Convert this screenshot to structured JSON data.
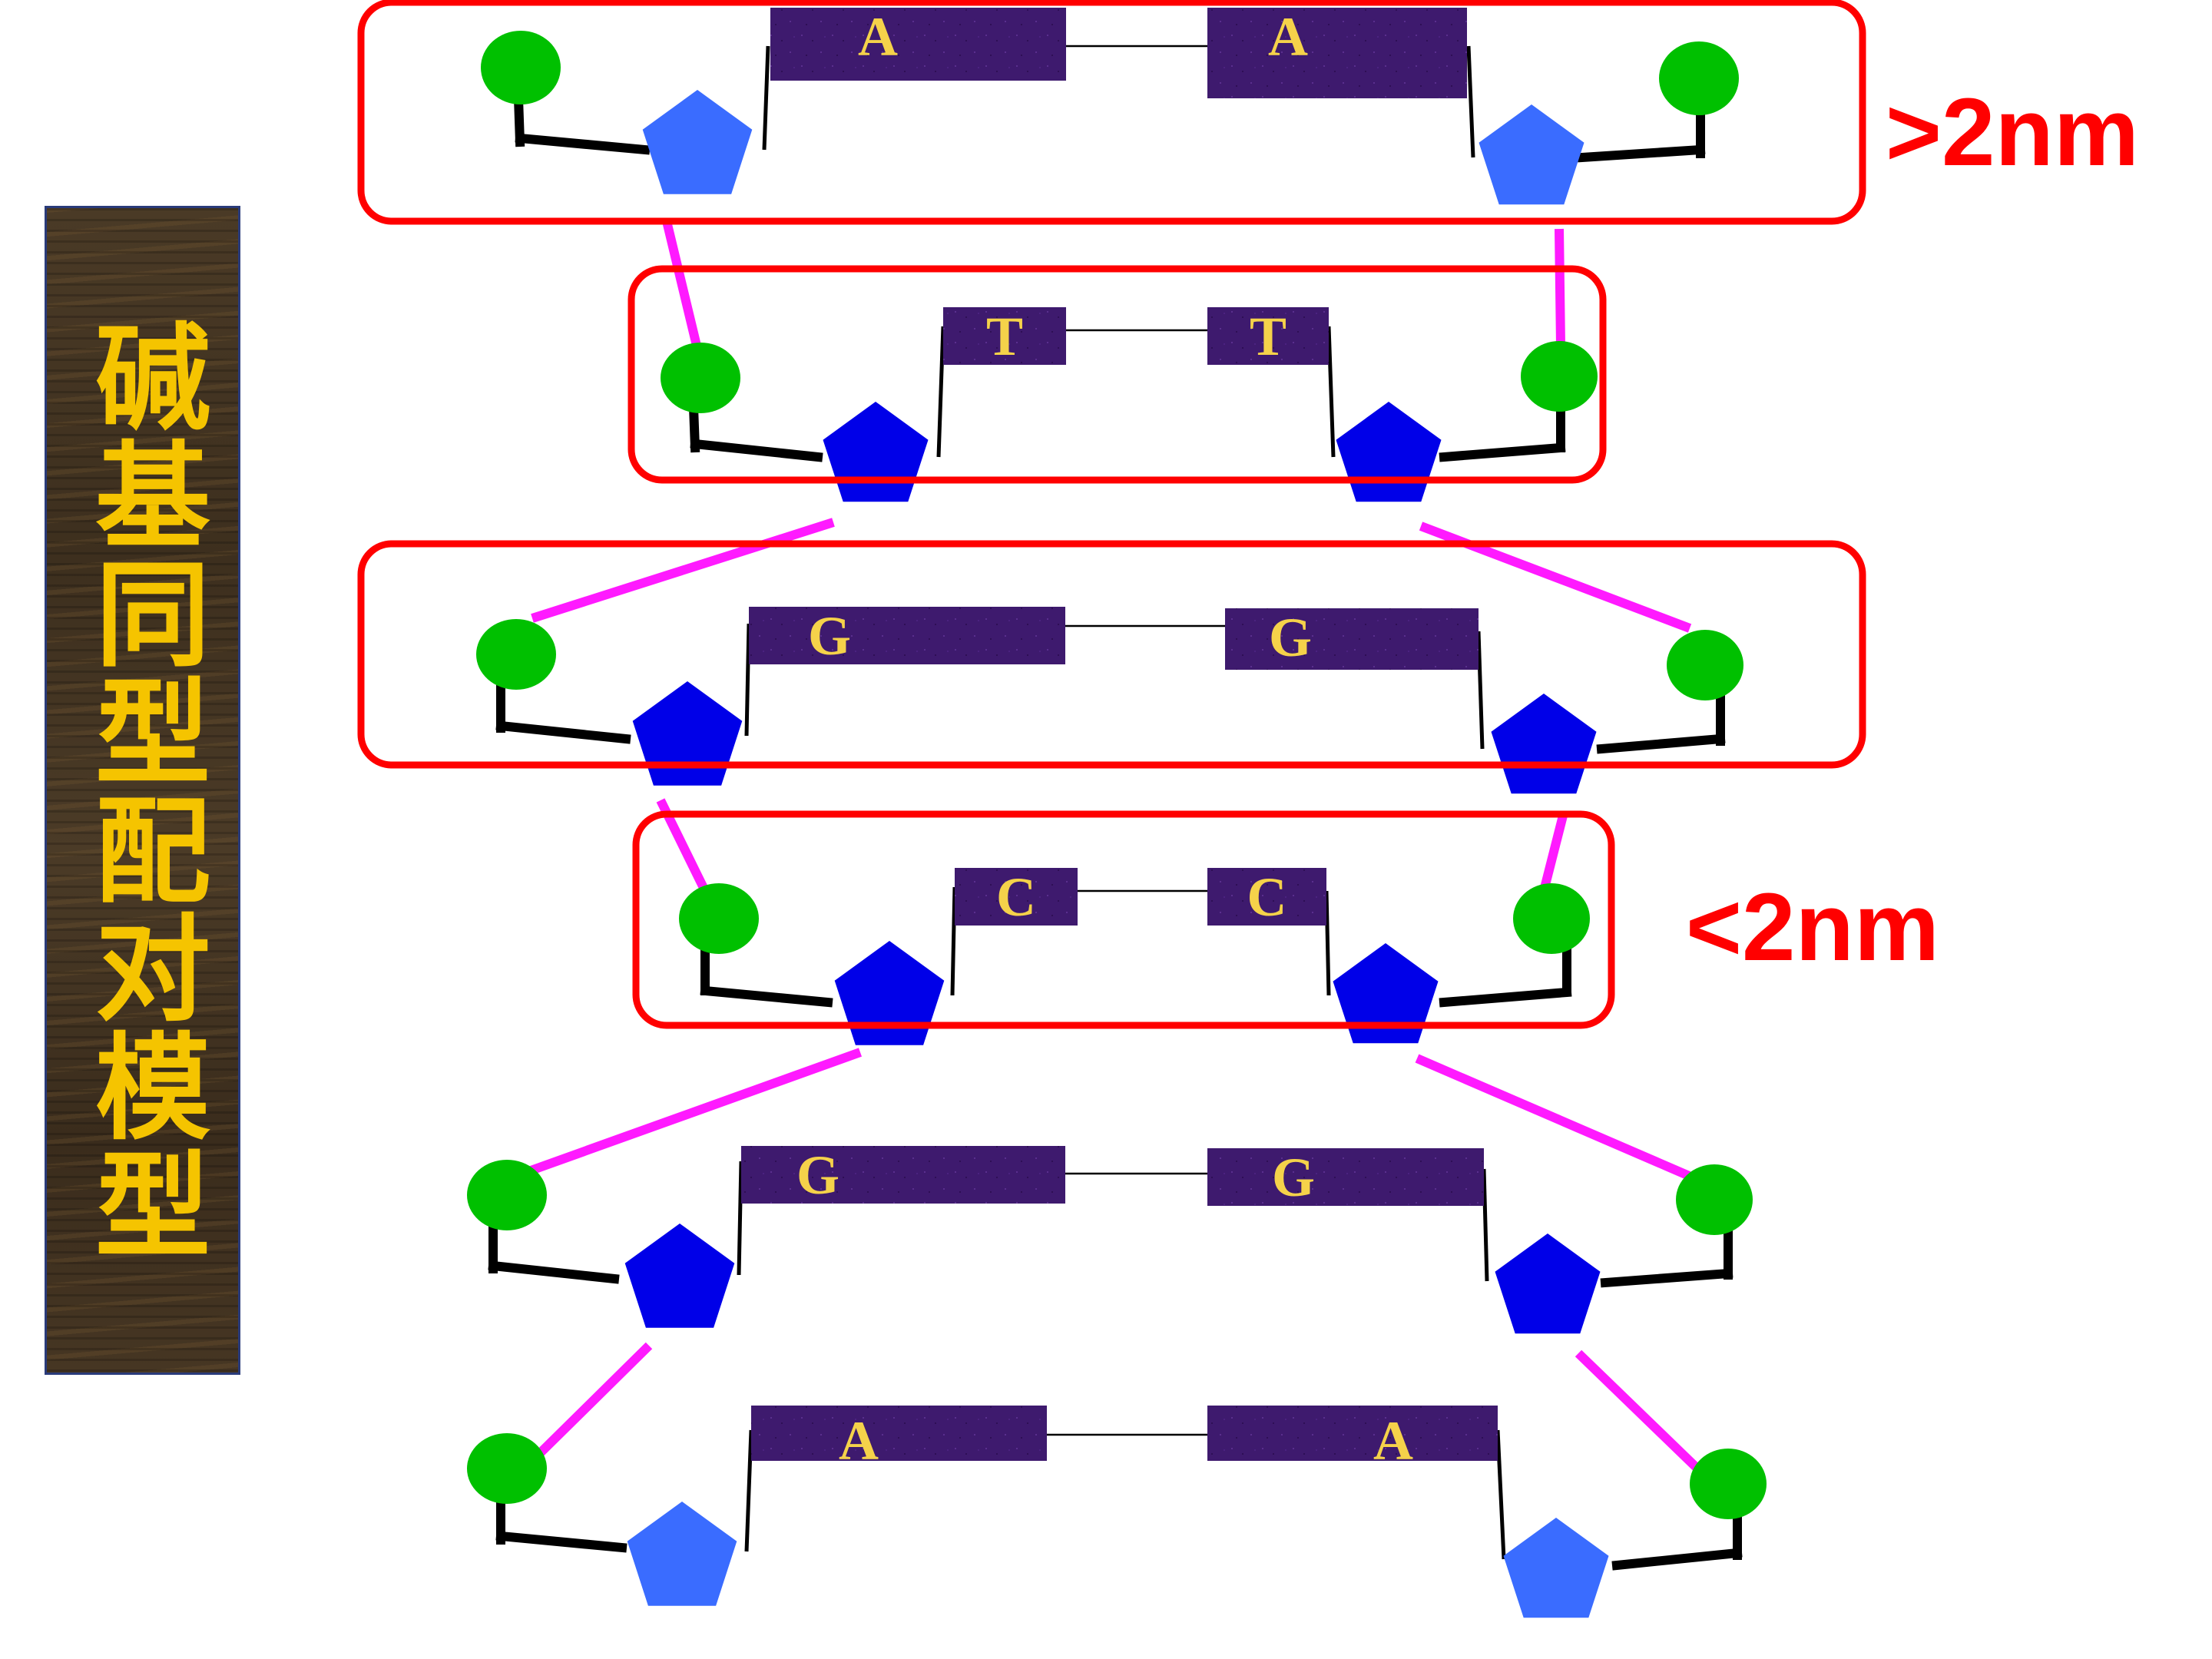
{
  "title": "碱基同型配对模型",
  "rows": [
    {
      "left_base": "A",
      "right_base": "A"
    },
    {
      "left_base": "T",
      "right_base": "T"
    },
    {
      "left_base": "G",
      "right_base": "G"
    },
    {
      "left_base": "C",
      "right_base": "C"
    },
    {
      "left_base": "G",
      "right_base": "G"
    },
    {
      "left_base": "A",
      "right_base": "A"
    }
  ],
  "labels": {
    "wide": ">2nm",
    "narrow": "<2nm"
  },
  "colors": {
    "phosphate": "#00c000",
    "sugar_light": "#3a6cff",
    "sugar_dark": "#0000e8",
    "base_box": "#3e1a6e",
    "base_text": "#f5d24a",
    "backbone_link": "#ff1aff",
    "highlight_box": "#ff0000",
    "title_text": "#f5c400"
  }
}
